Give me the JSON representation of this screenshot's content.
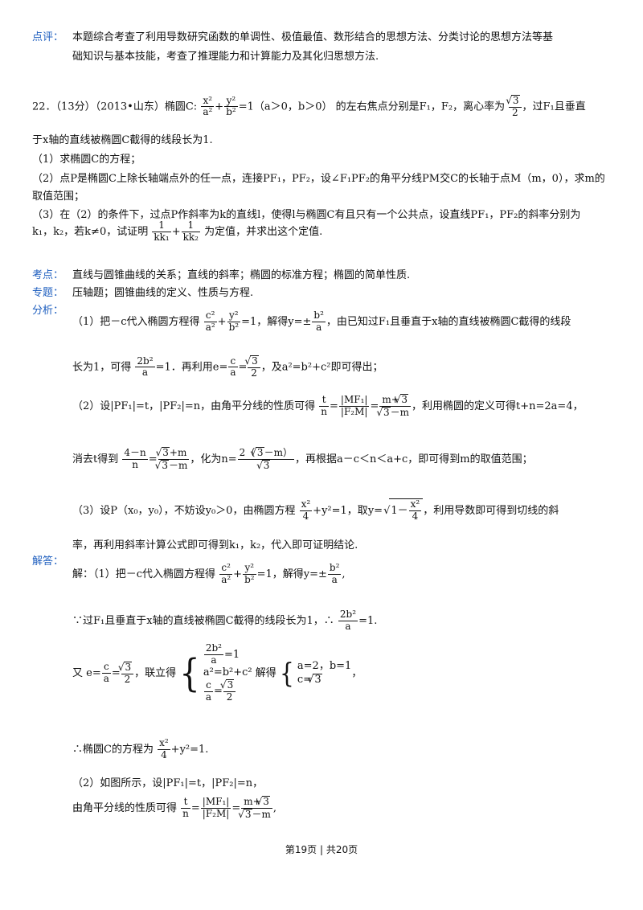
{
  "comment": {
    "label": "点评：",
    "line1": "本题综合考查了利用导数研究函数的单调性、极值最值、数形结合的思想方法、分类讨论的思想方法等基",
    "line2": "础知识与基本技能，考查了推理能力和计算能力及其化归思想方法."
  },
  "problem": {
    "header": "22．（13分）（2013•山东）椭圆C:",
    "header_tail": "的左右焦点分别是F₁，F₂，离心率为",
    "header_tail2": "，过F₁且垂直",
    "line2": "于x轴的直线被椭圆C截得的线段长为1.",
    "q1": "（1）求椭圆C的方程；",
    "q2a": "（2）点P是椭圆C上除长轴端点外的任一点，连接PF₁，PF₂，设∠F₁PF₂的角平分线PM交C的长轴于点M（m，0），求m的",
    "q2b": "取值范围；",
    "q3a": "（3）在（2）的条件下，过点P作斜率为k的直线l，使得l与椭圆C有且只有一个公共点，设直线PF₁，PF₂的斜率分别为",
    "q3b_pre": "k₁，k₂，若k≠0，试证明",
    "q3b_post": "为定值，并求出这个定值."
  },
  "kaodian": {
    "label": "考点：",
    "text": "直线与圆锥曲线的关系；直线的斜率；椭圆的标准方程；椭圆的简单性质."
  },
  "zhuanti": {
    "label": "专题：",
    "text": "压轴题；圆锥曲线的定义、性质与方程."
  },
  "fenxi": {
    "label": "分析：",
    "p1a": "（1）把－c代入椭圆方程得",
    "p1b": "，解得",
    "p1c": "，由已知过F₁且垂直于x轴的直线被椭圆C截得的线段",
    "p1d": "长为1，可得",
    "p1e": "．再利用",
    "p1f": "，及a²=b²+c²即可得出；",
    "p2a": "（2）设|PF₁|=t，|PF₂|=n，由角平分线的性质可得",
    "p2b": "，利用椭圆的定义可得t+n=2a=4，",
    "p2c": "消去t得到",
    "p2d": "，化为",
    "p2e": "，再根据a－c＜n＜a+c，即可得到m的取值范围；",
    "p3a": "（3）设P（x₀，y₀），不妨设y₀＞0，由椭圆方程",
    "p3b": "，取",
    "p3c": "，利用导数即可得到切线的斜",
    "p3d": "率，再利用斜率计算公式即可得到k₁，k₂，代入即可证明结论."
  },
  "jieda": {
    "label": "解答：",
    "s1a": "解：（1）把－c代入椭圆方程得",
    "s1b": "，解得",
    "s2a": "∵过F₁且垂直于x轴的直线被椭圆C截得的线段长为1，∴",
    "s3a": "又",
    "s3b": "，联立得",
    "s3c": "解得",
    "s3d": "a=2，b=1",
    "s3e": "，",
    "s4a": "∴椭圆C的方程为",
    "s5": "（2）如图所示，设|PF₁|=t，|PF₂|=n，",
    "s6a": "由角平分线的性质可得"
  },
  "footer": {
    "page": "第19页",
    "sep": "|",
    "total": "共20页"
  }
}
